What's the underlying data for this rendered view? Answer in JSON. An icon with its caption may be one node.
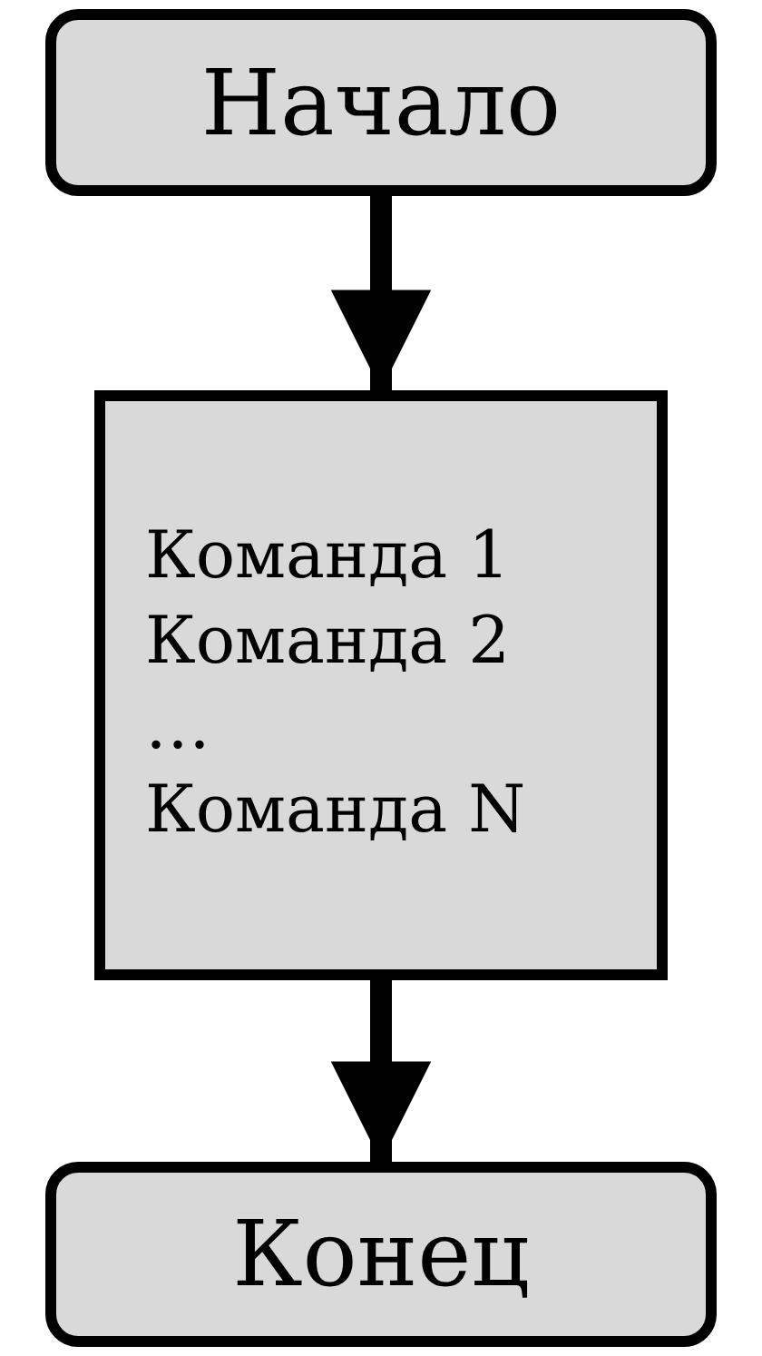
{
  "diagram": {
    "nodes": [
      {
        "text": [
          "Начало"
        ]
      },
      {
        "text": [
          "Команда 1",
          "Команда 2",
          "…",
          "Команда N"
        ]
      },
      {
        "text": [
          "Конец"
        ]
      }
    ],
    "edges": [
      {
        "from": 0,
        "to": 1,
        "arrow": "to"
      },
      {
        "from": 1,
        "to": 2,
        "arrow": "to"
      }
    ]
  }
}
